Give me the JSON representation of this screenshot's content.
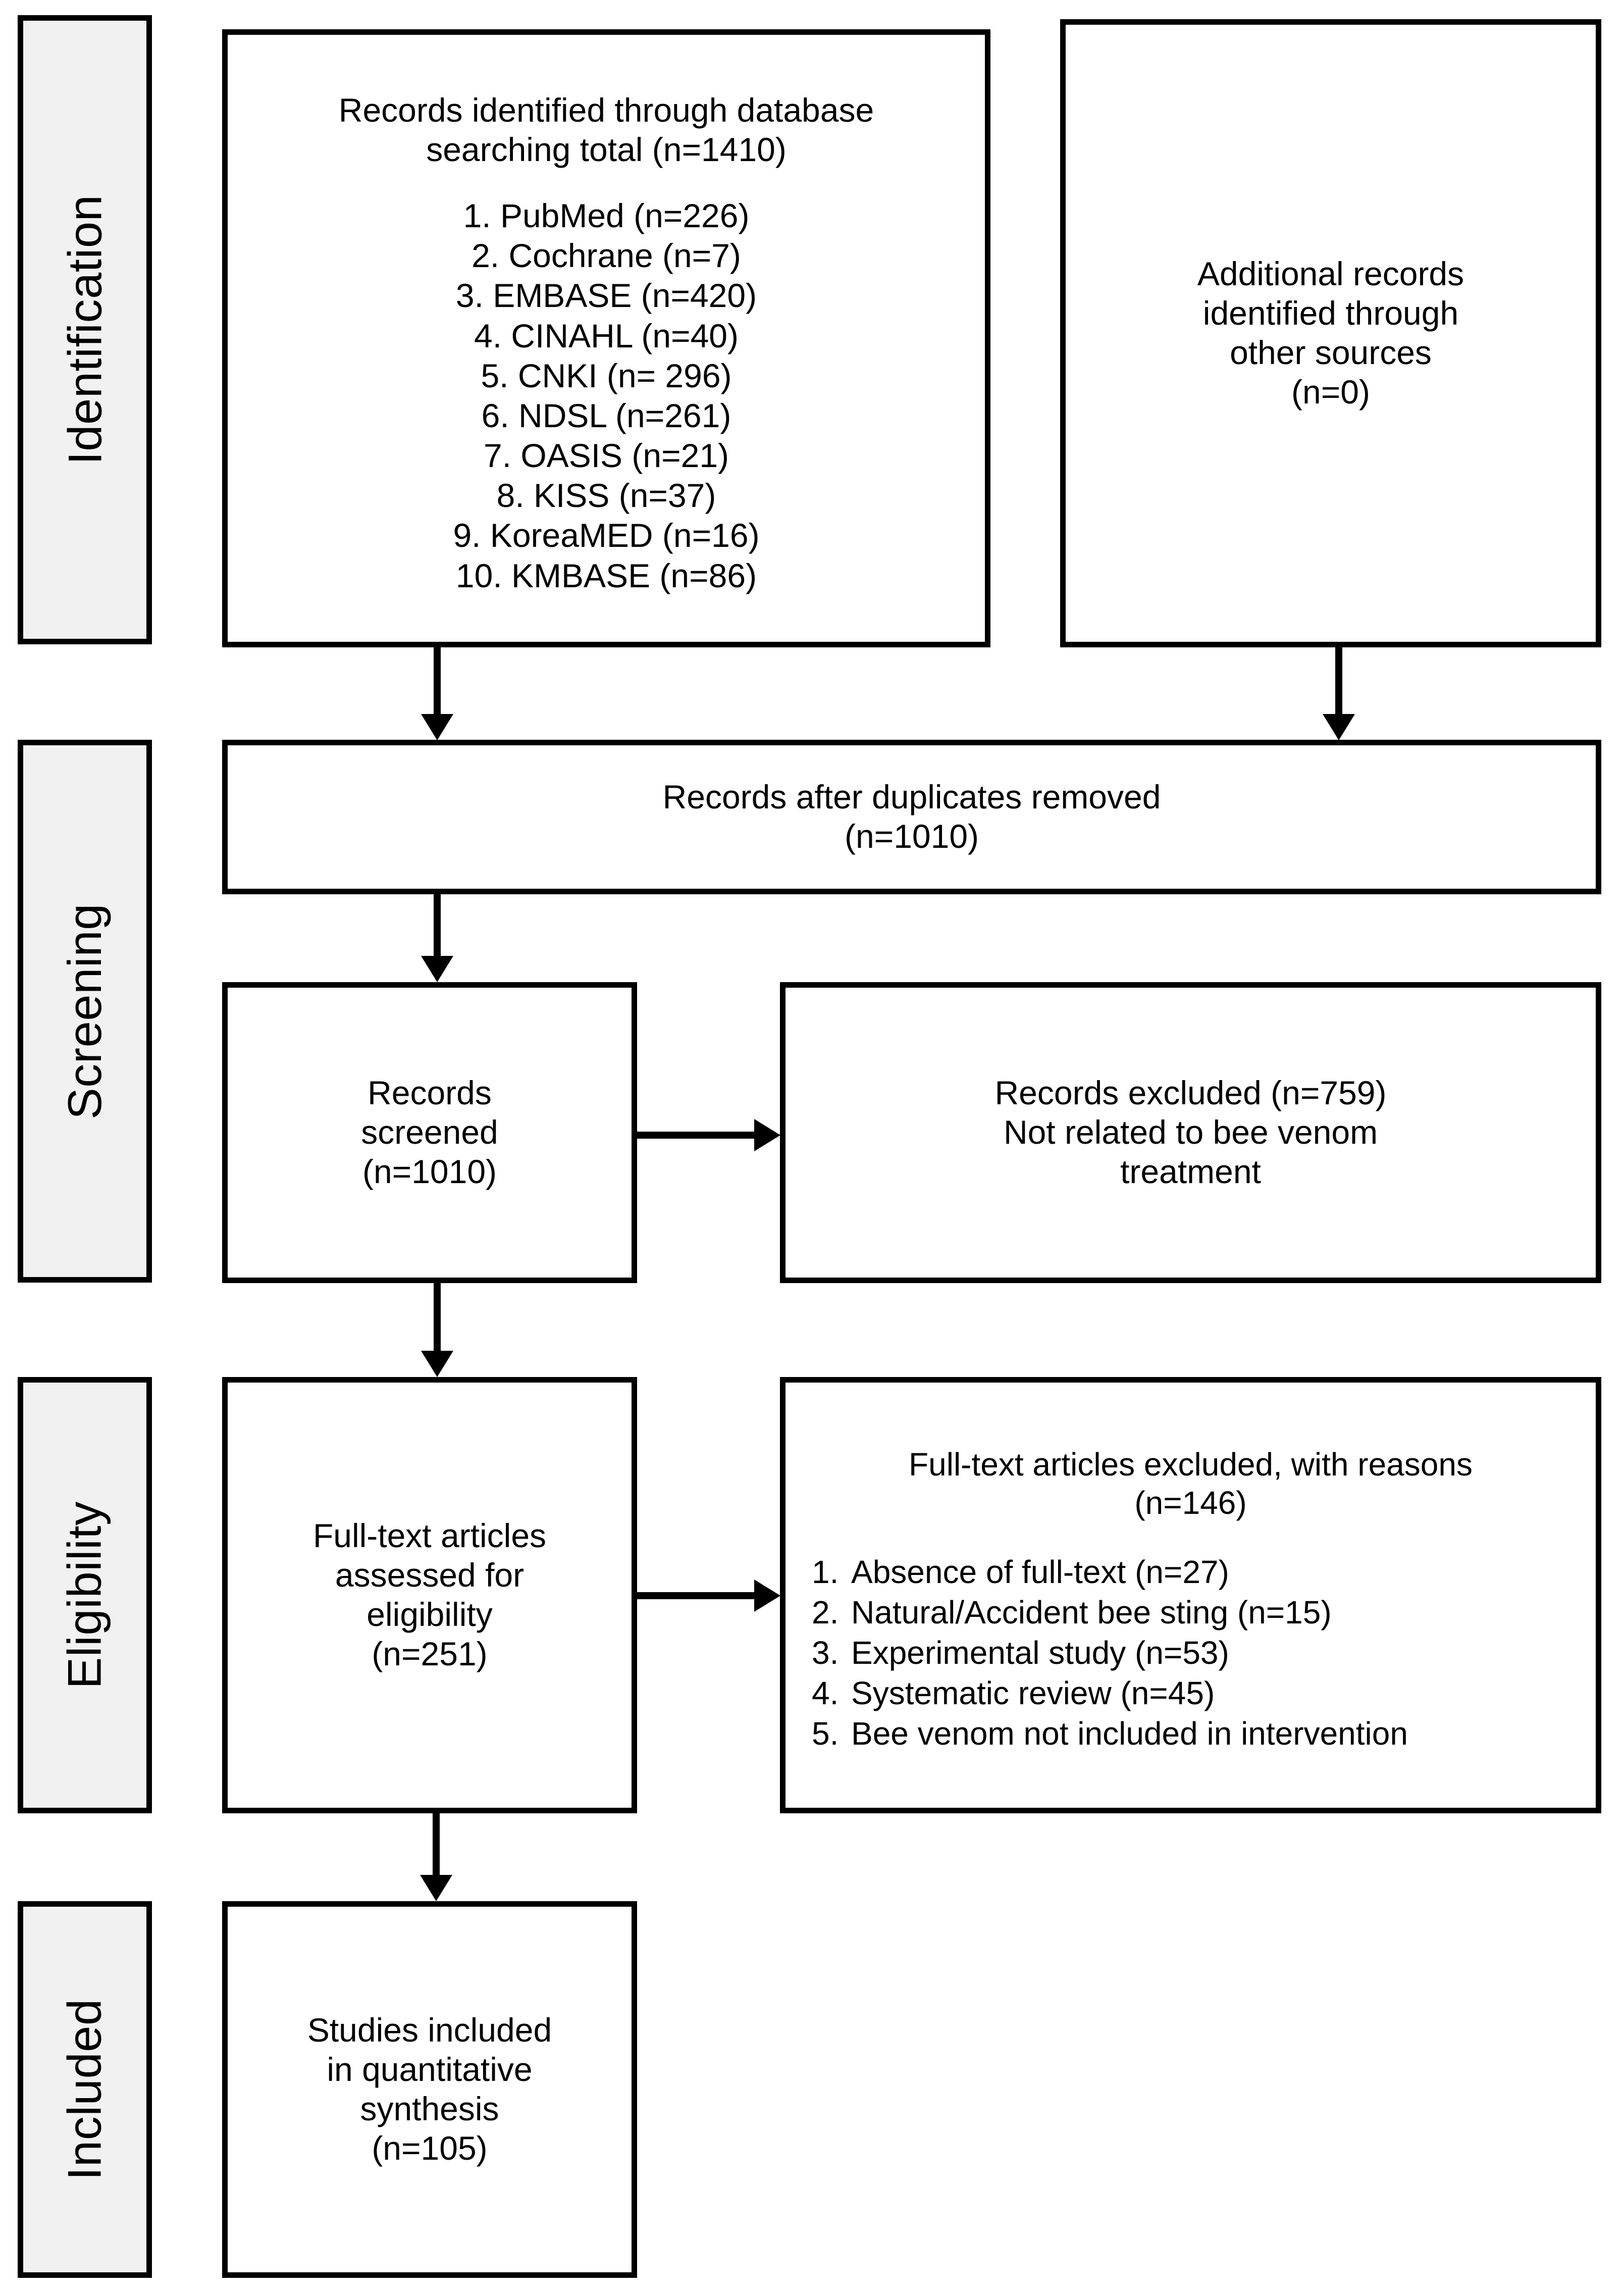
{
  "diagram": {
    "type": "prisma-flow-diagram",
    "stages": [
      {
        "id": "identification",
        "label": "Identification"
      },
      {
        "id": "screening",
        "label": "Screening"
      },
      {
        "id": "eligibility",
        "label": "Eligibility"
      },
      {
        "id": "included",
        "label": "Included"
      }
    ],
    "colors": {
      "box_border": "#000000",
      "box_fill": "#ffffff",
      "stage_label_fill": "#f1f1f1",
      "text": "#000000",
      "arrow": "#000000"
    }
  },
  "identified": {
    "heading_line1": "Records identified through database",
    "heading_line2": "searching total (n=1410)",
    "databases": [
      "1. PubMed (n=226)",
      "2. Cochrane (n=7)",
      "3. EMBASE (n=420)",
      "4. CINAHL (n=40)",
      "5. CNKI (n= 296)",
      "6. NDSL (n=261)",
      "7. OASIS (n=21)",
      "8. KISS (n=37)",
      "9. KoreaMED (n=16)",
      "10. KMBASE (n=86)"
    ]
  },
  "additional": {
    "line1": "Additional records",
    "line2": "identified through",
    "line3": "other sources",
    "line4": "(n=0)"
  },
  "duplicates": {
    "line1": "Records after duplicates removed",
    "line2": "(n=1010)"
  },
  "screened": {
    "line1": "Records",
    "line2": "screened",
    "line3": "(n=1010)"
  },
  "records_excluded": {
    "line1": "Records excluded (n=759)",
    "line2": "Not related to bee venom",
    "line3": "treatment"
  },
  "fulltext_assessed": {
    "line1": "Full-text articles",
    "line2": "assessed for",
    "line3": "eligibility",
    "line4": "(n=251)"
  },
  "fulltext_excluded": {
    "heading_line1": "Full-text articles excluded, with reasons",
    "heading_line2": "(n=146)",
    "reasons": [
      {
        "num": "1.",
        "text": "Absence of full-text (n=27)"
      },
      {
        "num": "2.",
        "text": "Natural/Accident bee sting (n=15)"
      },
      {
        "num": "3.",
        "text": "Experimental study (n=53)"
      },
      {
        "num": "4.",
        "text": "Systematic review (n=45)"
      },
      {
        "num": "5.",
        "text": "Bee venom not included in intervention"
      }
    ]
  },
  "included_studies": {
    "line1": "Studies included",
    "line2": "in quantitative",
    "line3": "synthesis",
    "line4": "(n=105)"
  },
  "chart_data": {
    "type": "diagram",
    "title": "PRISMA flow diagram",
    "nodes": [
      {
        "id": "identified",
        "stage": "Identification",
        "n": 1410,
        "label": "Records identified through database searching total"
      },
      {
        "id": "additional",
        "stage": "Identification",
        "n": 0,
        "label": "Additional records identified through other sources"
      },
      {
        "id": "duplicates",
        "stage": "Screening",
        "n": 1010,
        "label": "Records after duplicates removed"
      },
      {
        "id": "screened",
        "stage": "Screening",
        "n": 1010,
        "label": "Records screened"
      },
      {
        "id": "records_excluded",
        "stage": "Screening",
        "n": 759,
        "label": "Records excluded - Not related to bee venom treatment"
      },
      {
        "id": "fulltext_assessed",
        "stage": "Eligibility",
        "n": 251,
        "label": "Full-text articles assessed for eligibility"
      },
      {
        "id": "fulltext_excluded",
        "stage": "Eligibility",
        "n": 146,
        "label": "Full-text articles excluded, with reasons"
      },
      {
        "id": "included",
        "stage": "Included",
        "n": 105,
        "label": "Studies included in quantitative synthesis"
      }
    ],
    "database_counts": {
      "PubMed": 226,
      "Cochrane": 7,
      "EMBASE": 420,
      "CINAHL": 40,
      "CNKI": 296,
      "NDSL": 261,
      "OASIS": 21,
      "KISS": 37,
      "KoreaMED": 16,
      "KMBASE": 86
    },
    "exclusion_reason_counts": {
      "Absence of full-text": 27,
      "Natural/Accident bee sting": 15,
      "Experimental study": 53,
      "Systematic review": 45,
      "Bee venom not included in intervention": null
    },
    "edges": [
      {
        "from": "identified",
        "to": "duplicates"
      },
      {
        "from": "additional",
        "to": "duplicates"
      },
      {
        "from": "duplicates",
        "to": "screened"
      },
      {
        "from": "screened",
        "to": "records_excluded"
      },
      {
        "from": "screened",
        "to": "fulltext_assessed"
      },
      {
        "from": "fulltext_assessed",
        "to": "fulltext_excluded"
      },
      {
        "from": "fulltext_assessed",
        "to": "included"
      }
    ]
  }
}
